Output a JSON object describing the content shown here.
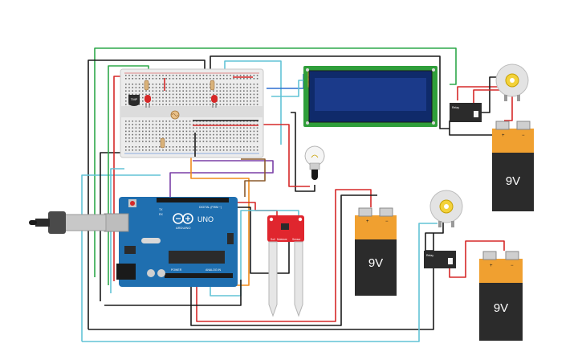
{
  "colors": {
    "wire_black": "#1a1a1a",
    "wire_red": "#d62828",
    "wire_green": "#2ea84a",
    "wire_cyan": "#62c3d6",
    "wire_orange": "#f08c1a",
    "wire_purple": "#7a3fa6",
    "wire_brown": "#8a5a2b",
    "wire_blue": "#2d6fd0",
    "arduino_blue": "#1f6fb0",
    "lcd_green": "#2f9e3a",
    "lcd_screen": "#1b3a8a",
    "sensor_red": "#e0262e",
    "battery_orange": "#f0a030",
    "battery_dark": "#2b2b2b"
  },
  "arduino": {
    "logo": "UNO",
    "brand": "ARDUINO",
    "digital_label": "DIGITAL (PWM ~)",
    "power_label": "POWER",
    "analog_label": "ANALOG IN",
    "tx": "TX",
    "rx": "RX"
  },
  "breadboard": {
    "tmp_label": "TMP"
  },
  "sensor": {
    "labels": [
      "Soil",
      "Moisture",
      "Sensor"
    ]
  },
  "batteries": [
    {
      "label": "9V",
      "plus": "+",
      "minus": "−"
    },
    {
      "label": "9V",
      "plus": "+",
      "minus": "−"
    },
    {
      "label": "9V",
      "plus": "+",
      "minus": "−"
    }
  ],
  "relays": [
    {
      "label": "Relay"
    },
    {
      "label": "Relay"
    }
  ]
}
